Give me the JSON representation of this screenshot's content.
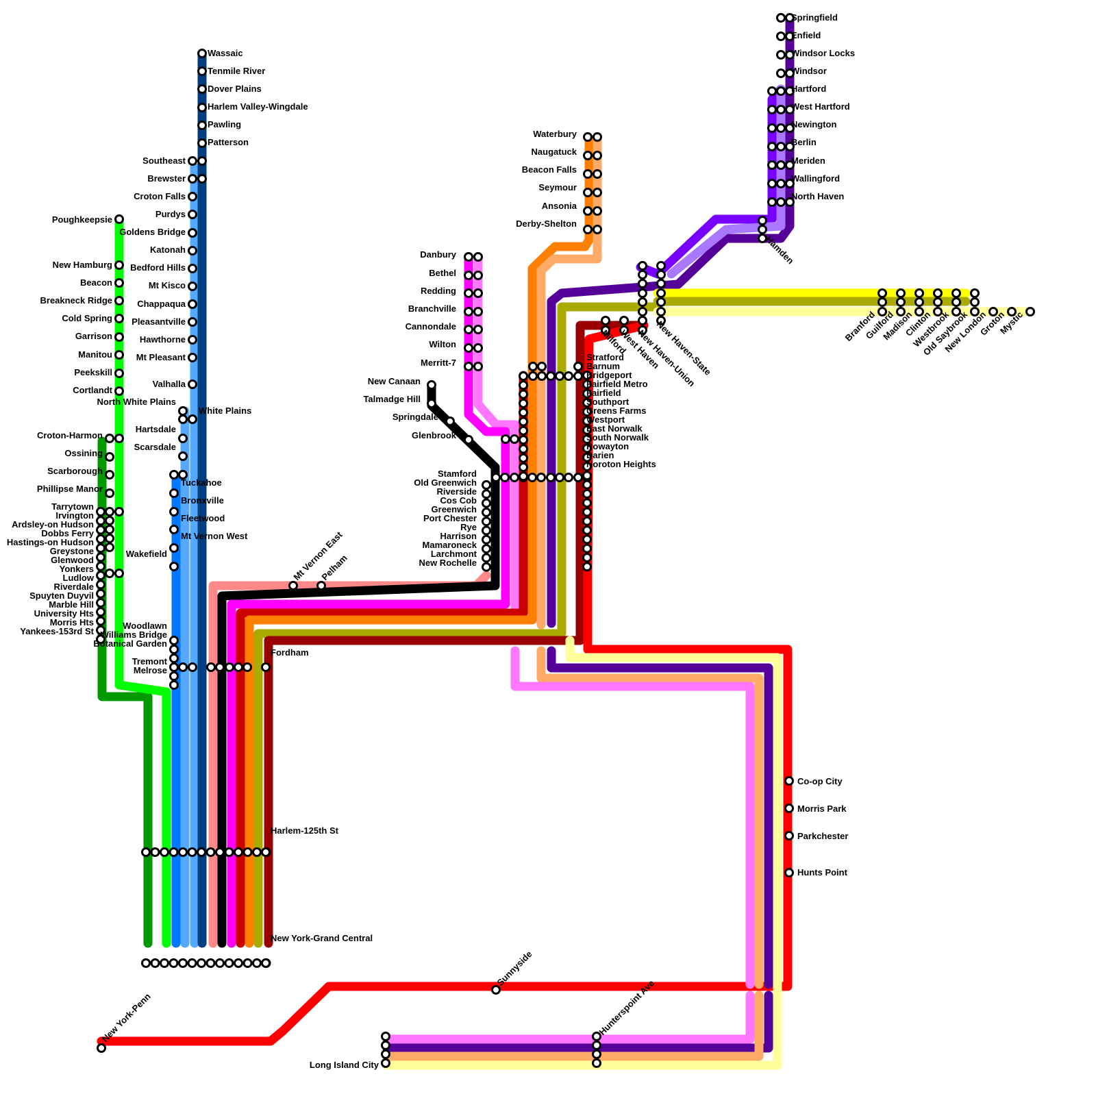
{
  "line_colors": {
    "hudson": "#00ff00",
    "hudson_local": "#009900",
    "harlem_local": "#0077ff",
    "harlem_upper": "#55aaff",
    "harlem": "#003f7f",
    "new_haven_salmon": "#ff8888",
    "new_canaan": "#000000",
    "danbury": "#ff00ff",
    "danbury_pink": "#ff77ff",
    "waterbury": "#ff7f00",
    "waterbury_light": "#ffaa66",
    "local_red": "#cc0000",
    "olive": "#aaaa00",
    "yellow": "#ffff00",
    "pale_yellow": "#ffff99",
    "maroon": "#990000",
    "purple": "#550099",
    "violet": "#7700ff",
    "lavender": "#aa77ff",
    "penn_red": "#ff0000"
  },
  "stations": {
    "hudson_line": [
      "Poughkeepsie",
      "New Hamburg",
      "Beacon",
      "Breakneck Ridge",
      "Cold Spring",
      "Garrison",
      "Manitou",
      "Peekskill",
      "Cortlandt",
      "Croton-Harmon",
      "Ossining",
      "Scarborough",
      "Phillipse Manor",
      "Tarrytown",
      "Irvington",
      "Ardsley-on Hudson",
      "Dobbs Ferry",
      "Hastings-on Hudson",
      "Greystone",
      "Glenwood",
      "Yonkers",
      "Ludlow",
      "Riverdale",
      "Spuyten Duyvil",
      "Marble Hill",
      "University Hts",
      "Morris Hts",
      "Yankees-153rd St"
    ],
    "harlem_line": [
      "Wassaic",
      "Tenmile River",
      "Dover Plains",
      "Harlem Valley-Wingdale",
      "Pawling",
      "Patterson",
      "Southeast",
      "Brewster",
      "Croton Falls",
      "Purdys",
      "Goldens Bridge",
      "Katonah",
      "Bedford Hills",
      "Mt Kisco",
      "Chappaqua",
      "Pleasantville",
      "Hawthorne",
      "Mt Pleasant",
      "Valhalla",
      "North White Plains",
      "White Plains",
      "Hartsdale",
      "Scarsdale",
      "Tuckahoe",
      "Bronxville",
      "Fleetwood",
      "Mt Vernon West",
      "Wakefield",
      "Woodlawn",
      "Williams Bridge",
      "Botanical Garden",
      "Tremont",
      "Melrose"
    ],
    "core": [
      "Fordham",
      "Harlem-125th St",
      "New York-Grand Central"
    ],
    "new_haven_line": [
      "Mt Vernon East",
      "Pelham",
      "New Rochelle",
      "Larchmont",
      "Mamaroneck",
      "Harrison",
      "Rye",
      "Port Chester",
      "Greenwich",
      "Cos Cob",
      "Riverside",
      "Old Greenwich",
      "Stamford",
      "Noroton Heights",
      "Darien",
      "Rowayton",
      "South Norwalk",
      "East Norwalk",
      "Westport",
      "Greens Farms",
      "Southport",
      "Fairfield",
      "Fairfield Metro",
      "Bridgeport",
      "Barnum",
      "Stratford",
      "Milford",
      "West Haven",
      "New Haven-Union",
      "New Haven-State"
    ],
    "new_canaan_branch": [
      "New Canaan",
      "Talmadge Hill",
      "Springdale",
      "Glenbrook"
    ],
    "danbury_branch": [
      "Danbury",
      "Bethel",
      "Redding",
      "Branchville",
      "Cannondale",
      "Wilton",
      "Merritt-7"
    ],
    "waterbury_branch": [
      "Waterbury",
      "Naugatuck",
      "Beacon Falls",
      "Seymour",
      "Ansonia",
      "Derby-Shelton"
    ],
    "hartford_line": [
      "Springfield",
      "Enfield",
      "Windsor Locks",
      "Windsor",
      "Hartford",
      "West Hartford",
      "Newington",
      "Berlin",
      "Meriden",
      "Wallingford",
      "North Haven",
      "Hamden"
    ],
    "shore_line": [
      "Branford",
      "Guilford",
      "Madison",
      "Clinton",
      "Westbrook",
      "Old Saybrook",
      "New London",
      "Groton",
      "Mystic"
    ],
    "penn_access": [
      "Co-op City",
      "Morris Park",
      "Parkchester",
      "Hunts Point",
      "Sunnyside",
      "New York-Penn",
      "Hunterspoint Ave",
      "Long Island City"
    ]
  }
}
